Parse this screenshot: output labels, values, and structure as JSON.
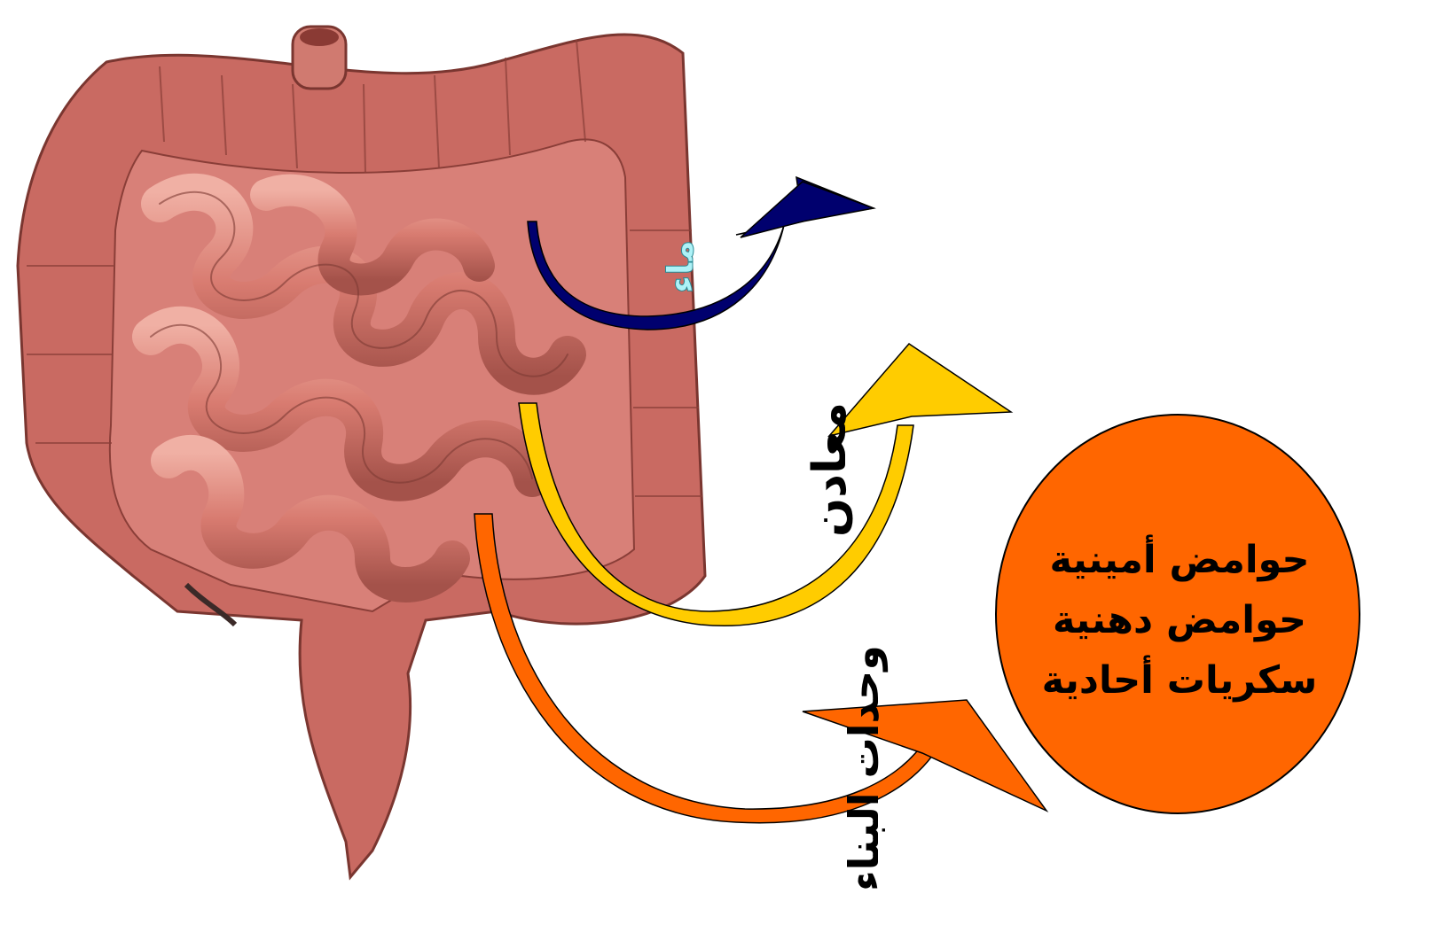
{
  "labels": {
    "water": "ماء",
    "minerals": "معادن",
    "building_units": "وحدات البناء"
  },
  "products": {
    "line1": "حوامض أمينية",
    "line2": "حوامض دهنية",
    "line3": "سكريات أحادية"
  },
  "colors": {
    "water_arrow": "#00006e",
    "mineral_arrow": "#ffcc00",
    "mineral_arrow_edge": "#d9a500",
    "building_arrow": "#ff6600",
    "product_oval": "#ff6600",
    "intestine": "#d9776f",
    "water_text": "#aef2f7"
  },
  "icons": {
    "organ": "intestine-illustration"
  }
}
